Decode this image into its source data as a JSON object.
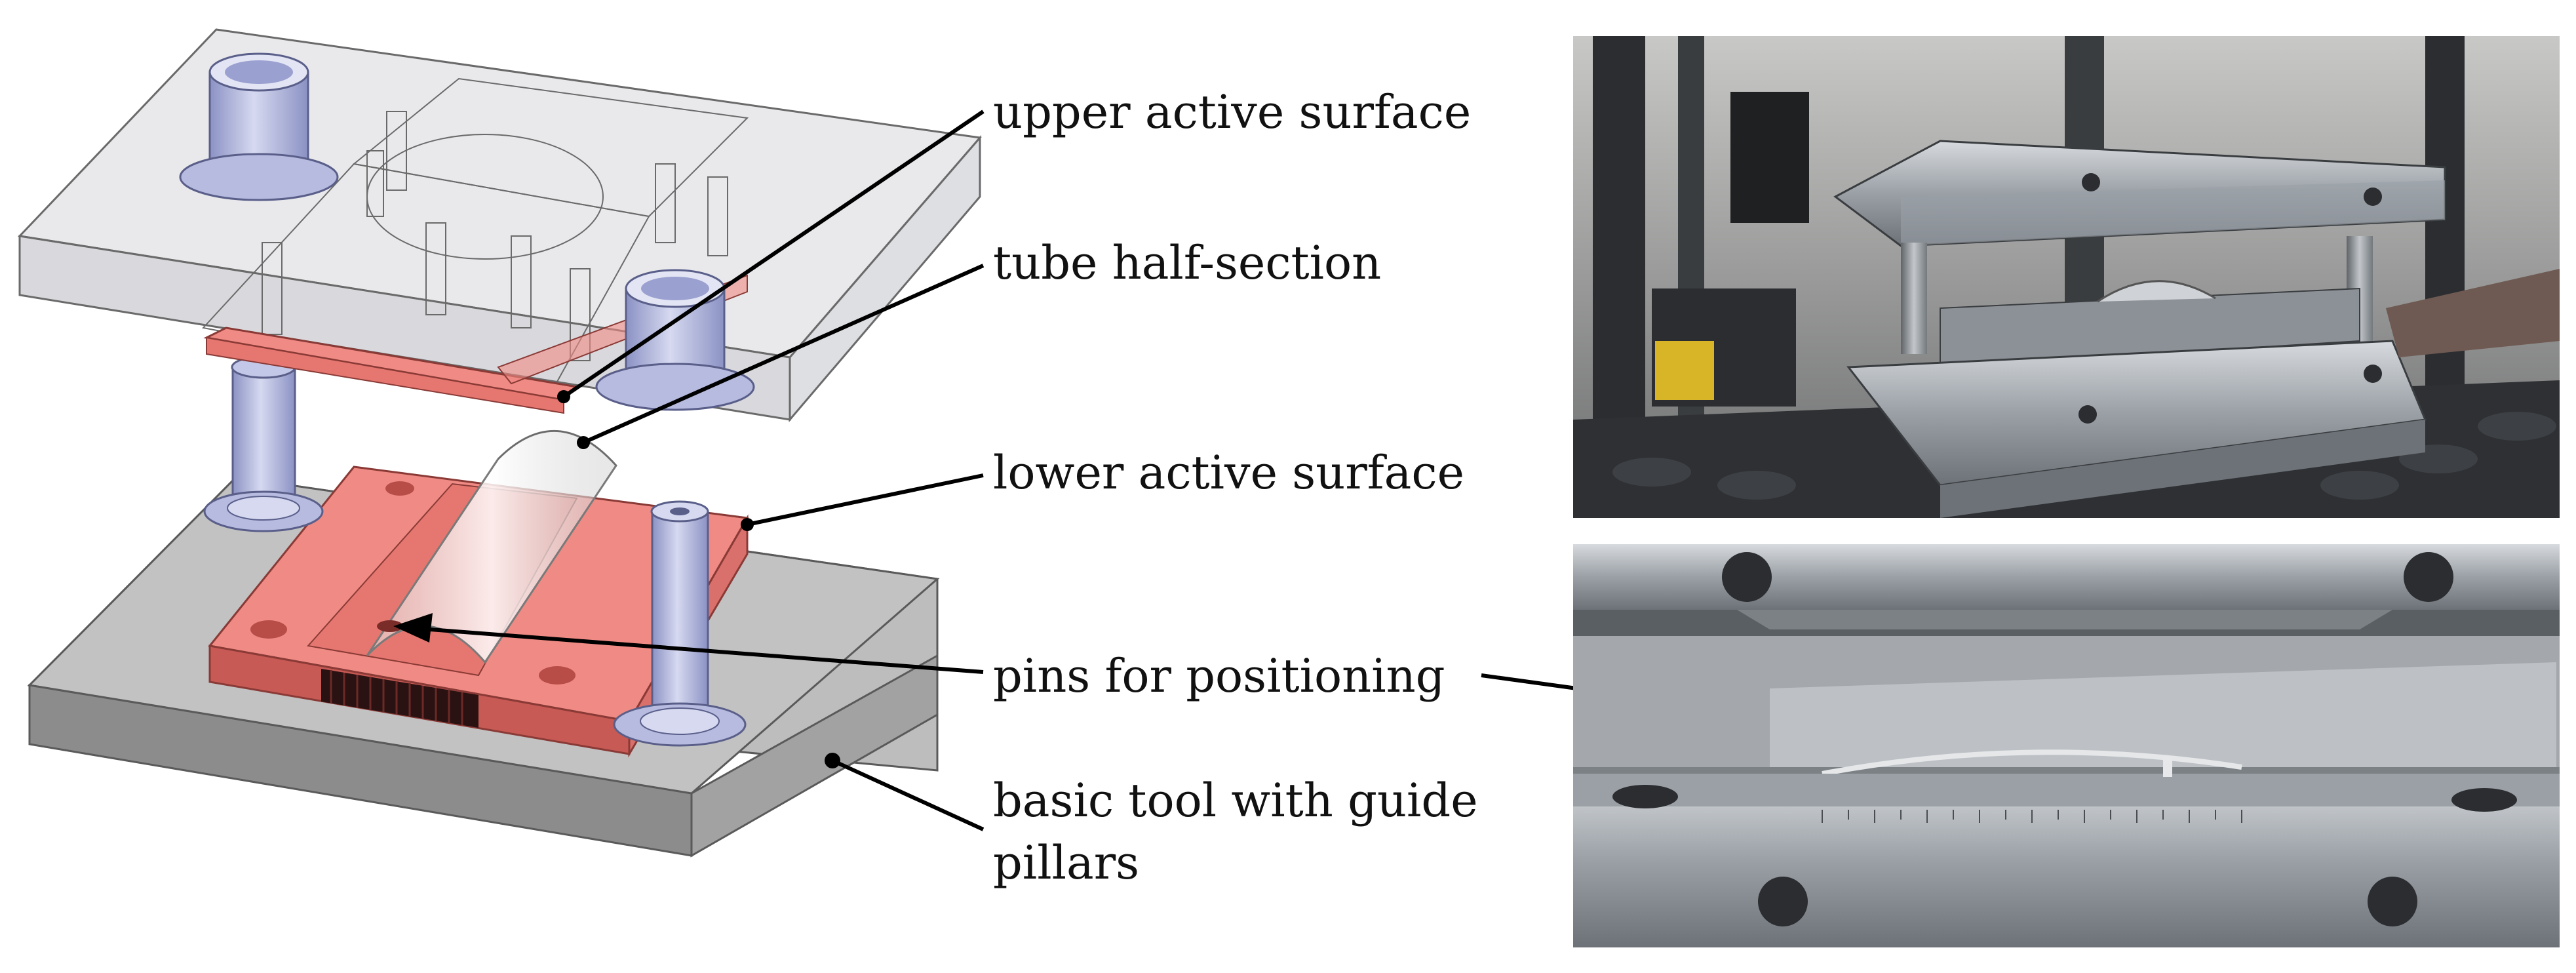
{
  "figure": {
    "labels": {
      "upper_active_surface": "upper active surface",
      "tube_half_section": "tube half-section",
      "lower_active_surface": "lower active surface",
      "pins_for_positioning": "pins for positioning",
      "basic_tool_line1": "basic tool with guide",
      "basic_tool_line2": "pillars"
    }
  },
  "colors": {
    "active_surface_red": "#f08a84",
    "active_surface_dark": "#c85a55",
    "base_plate": "#bdbdbd",
    "base_plate_side": "#8c8c8c",
    "upper_plate": "#dcdde2",
    "guide_pillar": "#aab0d8",
    "photo_steel": "#8a8f94",
    "photo_dark": "#2b2d30"
  }
}
